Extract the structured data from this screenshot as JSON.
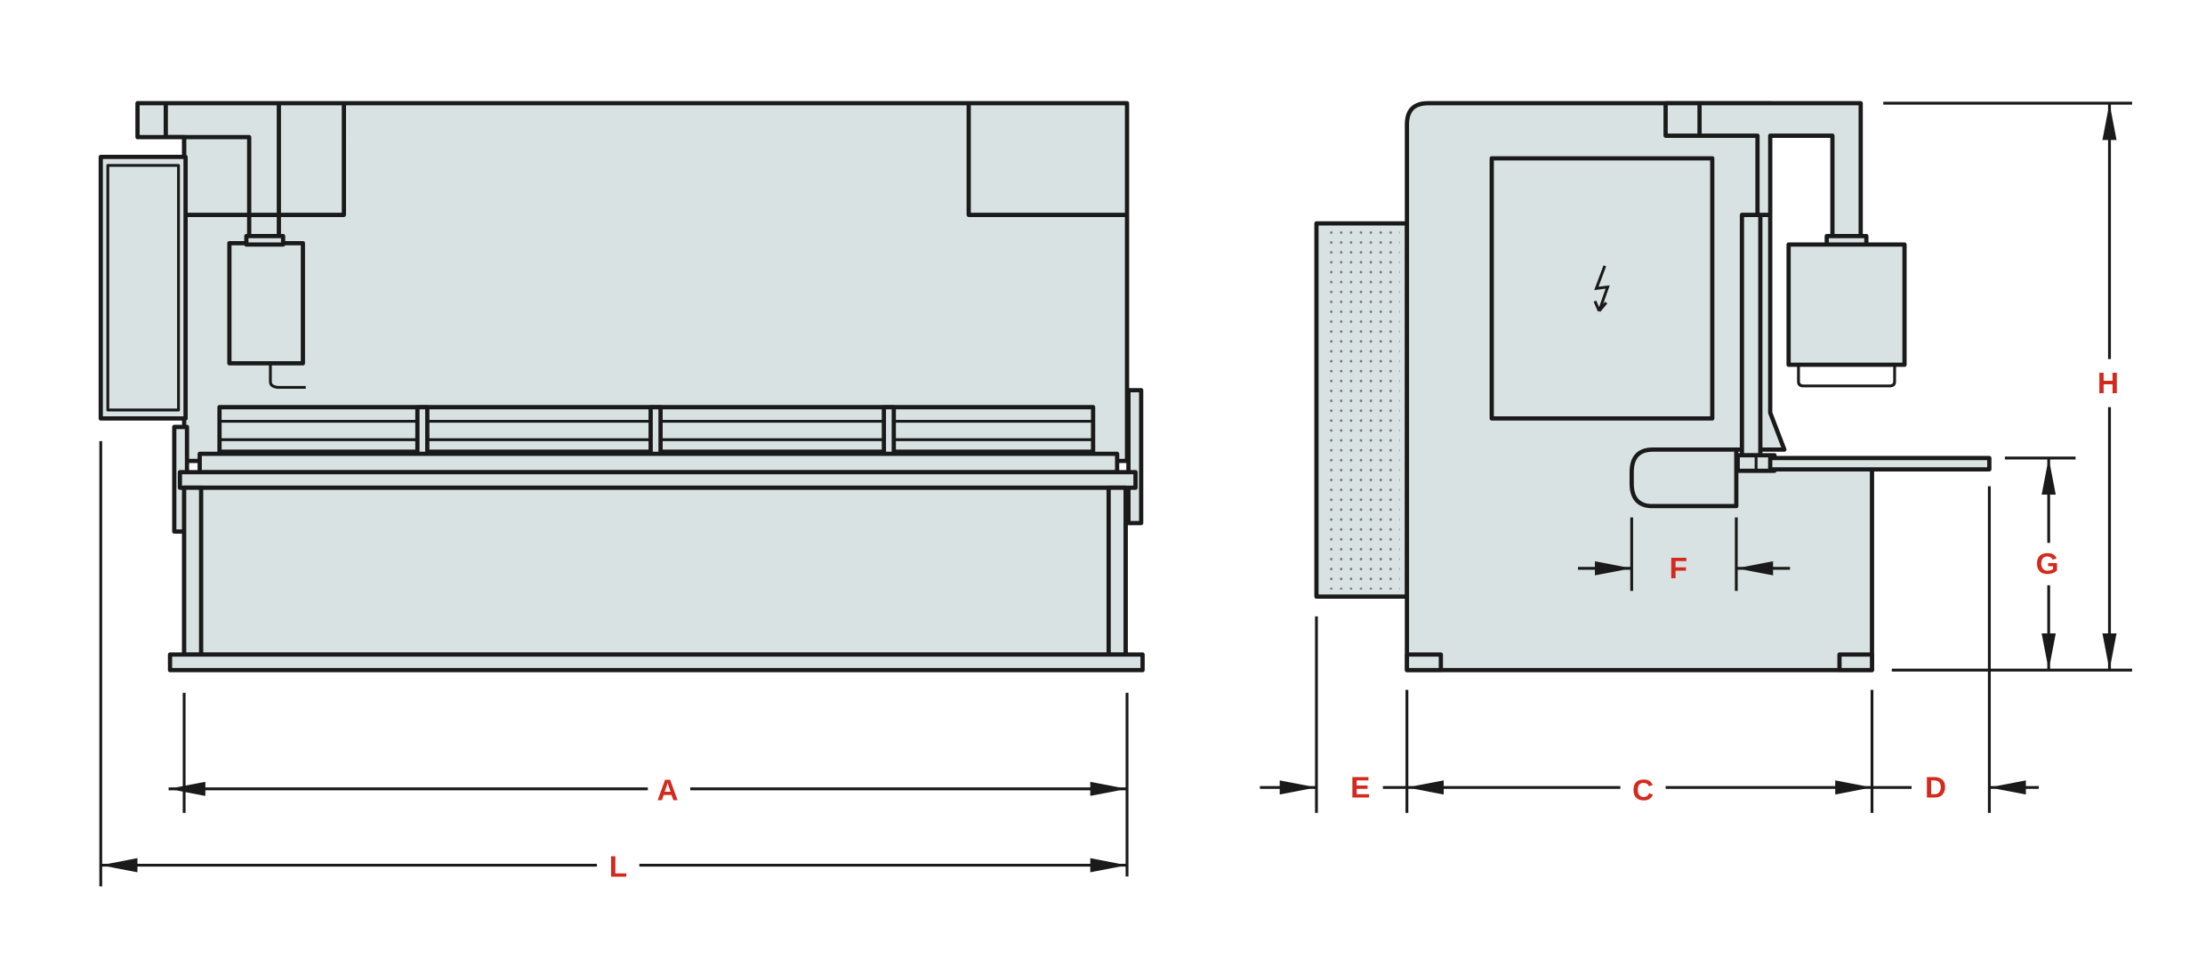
{
  "colors": {
    "machine_fill": "#d9e2e2",
    "outline": "#1a1a1a",
    "dimension_label": "#d42a1e",
    "background": "#ffffff"
  },
  "icons": {
    "electric_symbol": "lightning-bolt-icon"
  },
  "dimensions": {
    "A": "A",
    "L": "L",
    "E": "E",
    "C": "C",
    "D": "D",
    "F": "F",
    "G": "G",
    "H": "H"
  }
}
